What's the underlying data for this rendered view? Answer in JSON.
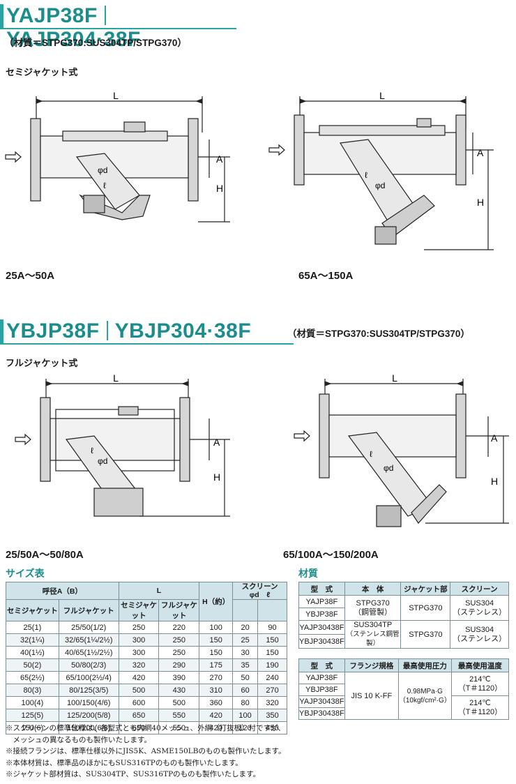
{
  "header1": {
    "model_a": "YAJP38F",
    "model_b": "YAJP304·38F",
    "material": "（材質＝STPG370:SUS304TP/STPG370）",
    "style": "セミジャケット式"
  },
  "header2": {
    "model_a": "YBJP38F",
    "model_b": "YBJP304·38F",
    "material": "（材質＝STPG370:SUS304TP/STPG370）",
    "style": "フルジャケット式"
  },
  "drawings": {
    "semi_small": "25A～50A",
    "semi_large": "65A～150A",
    "full_small": "25/50A～50/80A",
    "full_large": "65/100A～150/200A",
    "dim_L": "L",
    "dim_A": "A",
    "dim_H": "H",
    "dim_phi_d": "φd",
    "dim_ell": "ℓ"
  },
  "size_section": {
    "title": "サイズ表",
    "headers": {
      "nominal": "呼径A（B）",
      "semi": "セミジャケット",
      "full": "フルジャケット",
      "L": "L",
      "L_semi": "セミジャケット",
      "L_full": "フルジャケット",
      "H": "H（約）",
      "screen": "スクリーン",
      "phi_d": "φd",
      "ell": "ℓ"
    },
    "rows": [
      {
        "semi": "25(1)",
        "full": "25/50(1/2)",
        "l_semi": "250",
        "l_full": "220",
        "h": "100",
        "d": "20",
        "l": "90"
      },
      {
        "semi": "32(1¼)",
        "full": "32/65(1¼/2½)",
        "l_semi": "300",
        "l_full": "250",
        "h": "150",
        "d": "25",
        "l": "150"
      },
      {
        "semi": "40(1½)",
        "full": "40/65(1½/2½)",
        "l_semi": "300",
        "l_full": "250",
        "h": "150",
        "d": "30",
        "l": "150"
      },
      {
        "semi": "50(2)",
        "full": "50/80(2/3)",
        "l_semi": "320",
        "l_full": "290",
        "h": "175",
        "d": "35",
        "l": "190"
      },
      {
        "semi": "65(2½)",
        "full": "65/100(2½/4)",
        "l_semi": "420",
        "l_full": "390",
        "h": "270",
        "d": "50",
        "l": "240"
      },
      {
        "semi": "80(3)",
        "full": "80/125(3/5)",
        "l_semi": "500",
        "l_full": "430",
        "h": "310",
        "d": "60",
        "l": "270"
      },
      {
        "semi": "100(4)",
        "full": "100/150(4/6)",
        "l_semi": "600",
        "l_full": "500",
        "h": "360",
        "d": "80",
        "l": "320"
      },
      {
        "semi": "125(5)",
        "full": "125/200(5/8)",
        "l_semi": "650",
        "l_full": "550",
        "h": "420",
        "d": "100",
        "l": "350"
      },
      {
        "semi": "150(6)",
        "full": "150/200(6/8)",
        "l_semi": "650",
        "l_full": "550",
        "h": "420",
        "d": "120",
        "l": "450"
      }
    ]
  },
  "material_section": {
    "title": "材質",
    "headers": {
      "model": "型　式",
      "body": "本　体",
      "jacket": "ジャケット部",
      "screen": "スクリーン"
    },
    "groups": [
      {
        "models": [
          "YAJP38F",
          "YBJP38F"
        ],
        "body": "STPG370",
        "body2": "（鋼管製）",
        "jacket": "STPG370",
        "screen": "SUS304",
        "screen2": "（ステンレス）"
      },
      {
        "models": [
          "YAJP30438F",
          "YBJP30438F"
        ],
        "body": "SUS304TP",
        "body2": "（ステンレス鋼管製）",
        "jacket": "STPG370",
        "screen": "SUS304",
        "screen2": "（ステンレス）"
      }
    ]
  },
  "spec_table": {
    "headers": {
      "model": "型　式",
      "flange": "フランジ規格",
      "pressure": "最高使用圧力",
      "temp": "最高使用温度"
    },
    "models": [
      "YAJP38F",
      "YBJP38F",
      "YAJP30438F",
      "YBJP30438F"
    ],
    "flange": "JIS 10 K-FF",
    "pressure": "0.98MPa·G",
    "pressure2": "（10kgf/cm²·G）",
    "temp_a": "214℃",
    "temp_a2": "（T＃1120）",
    "temp_b": "214℃",
    "temp_b2": "（T＃1120）"
  },
  "notes": [
    "※スクリーンの標準仕様は、各型式とも内網40メッシュ、外網（打抜板）付ですが、",
    "　メッシュの異なるものも製作いたします。",
    "※接続フランジは、標準仕様以外にJIS5K、ASME150LBのものも製作いたします。",
    "※本体材質は、標準品のほかにもSUS316TPのものも製作いたします。",
    "※ジャケット部材質は、SUS304TP、SUS316TPのものも製作いたします。"
  ],
  "colors": {
    "accent": "#1b8e8c",
    "header_bg": "#cfe3e8"
  }
}
